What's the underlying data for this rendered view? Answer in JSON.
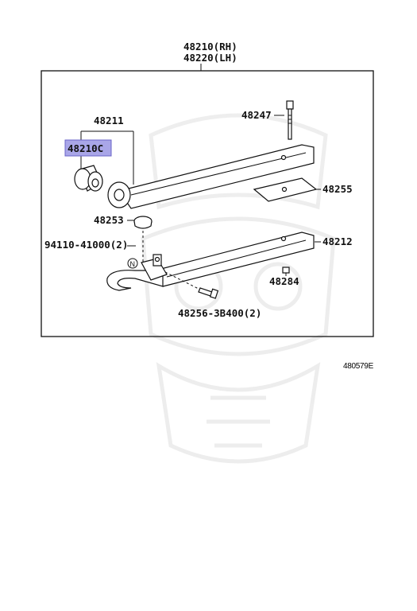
{
  "assembly": {
    "rh": "48210(RH)",
    "lh": "48220(LH)"
  },
  "parts": {
    "p48211": "48211",
    "p48210c": "48210C",
    "p48247": "48247",
    "p48255": "48255",
    "p48253": "48253",
    "p94110": "94110-41000(2)",
    "p48212": "48212",
    "p48284": "48284",
    "p48256": "48256-3B400(2)"
  },
  "n_marker": "N",
  "diagram_code": "480579E",
  "colors": {
    "highlight_fill": "#a9a6e8",
    "highlight_border": "#6a64c8",
    "ink": "#111111"
  }
}
